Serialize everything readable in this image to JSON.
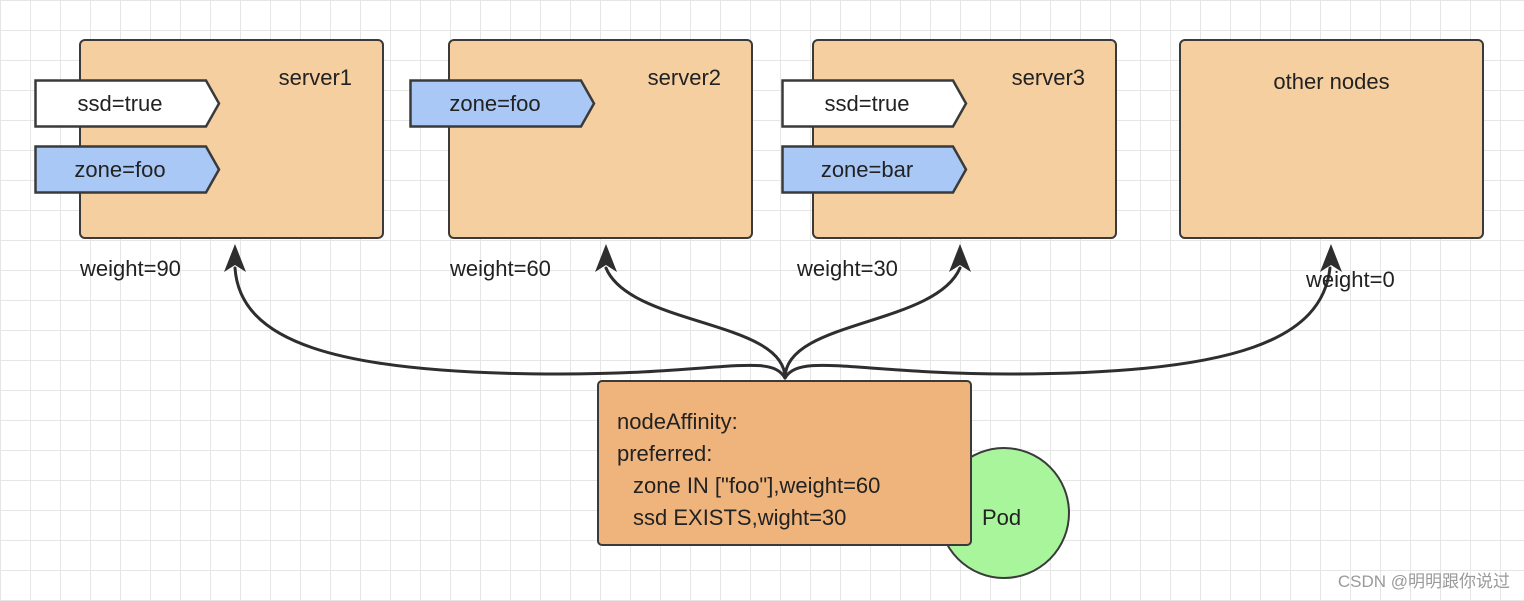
{
  "colors": {
    "server_fill": "#f5cfa0",
    "affinity_fill": "#efb47c",
    "pod_fill": "#a8f59c",
    "label_white": "#ffffff",
    "label_blue": "#a9c8f6",
    "stroke": "#3a3a3a"
  },
  "servers": [
    {
      "title": "server1",
      "labels": [
        {
          "text": "ssd=true",
          "color": "white"
        },
        {
          "text": "zone=foo",
          "color": "blue"
        }
      ],
      "weight": "weight=90"
    },
    {
      "title": "server2",
      "labels": [
        {
          "text": "zone=foo",
          "color": "blue"
        }
      ],
      "weight": "weight=60"
    },
    {
      "title": "server3",
      "labels": [
        {
          "text": "ssd=true",
          "color": "white"
        },
        {
          "text": "zone=bar",
          "color": "blue"
        }
      ],
      "weight": "weight=30"
    },
    {
      "title": "other nodes",
      "labels": [],
      "weight": "weight=0"
    }
  ],
  "affinity": {
    "lines": [
      "nodeAffinity:",
      "preferred:",
      "zone IN [\"foo\"],weight=60",
      "ssd EXISTS,wight=30"
    ]
  },
  "pod": {
    "label": "Pod"
  },
  "watermark": "CSDN @明明跟你说过"
}
